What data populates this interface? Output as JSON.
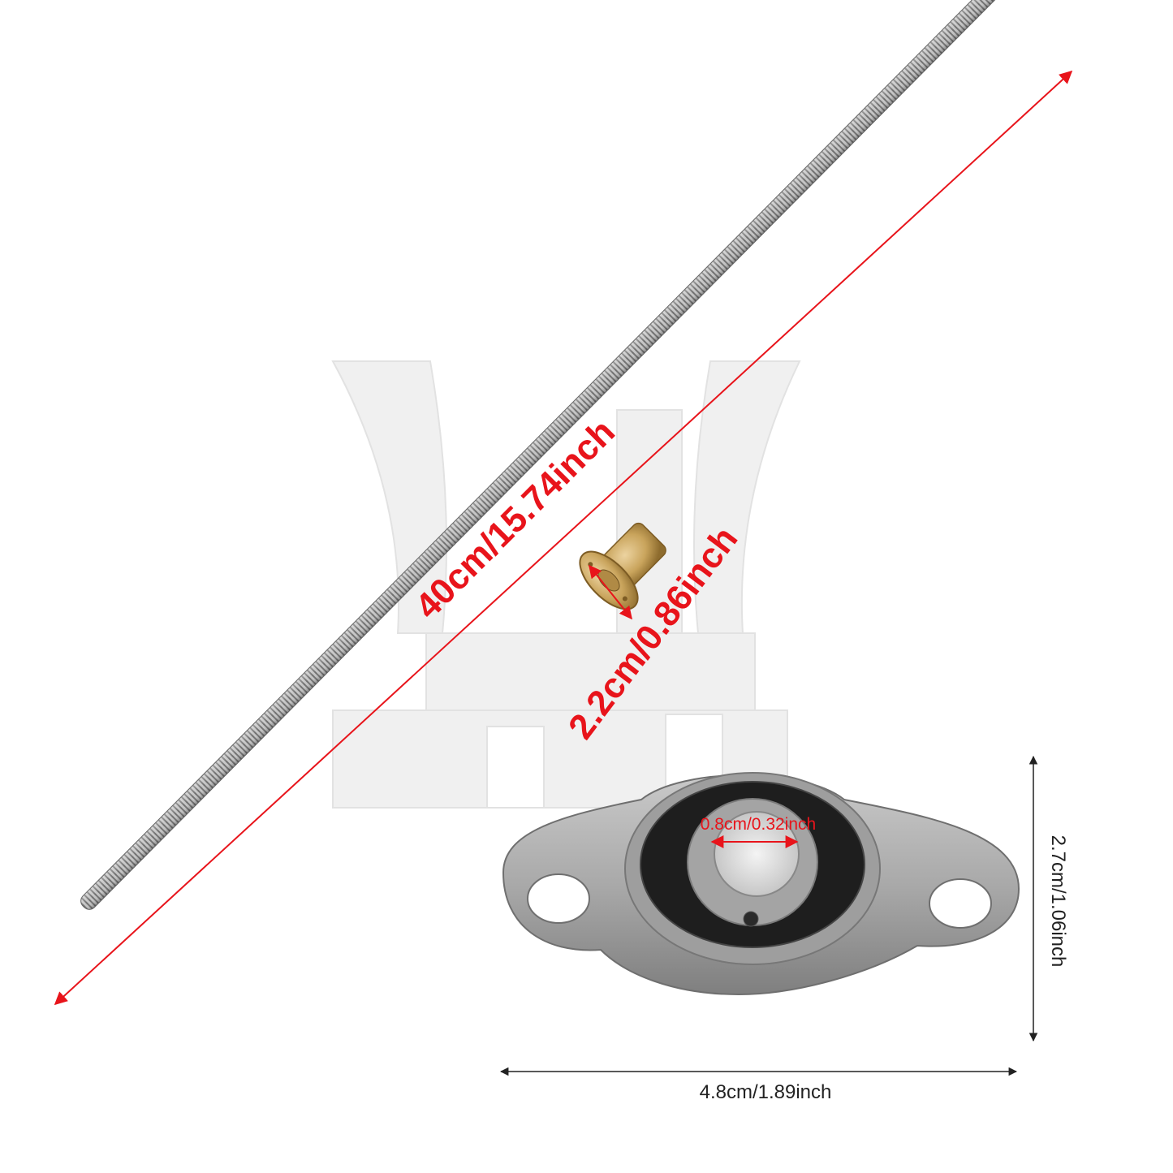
{
  "labels": {
    "rod_length": "40cm/15.74inch",
    "nut_diameter": "2.2cm/0.86inch",
    "bore_diameter": "0.8cm/0.32inch",
    "bearing_height": "2.7cm/1.06inch",
    "bearing_width": "4.8cm/1.89inch"
  },
  "colors": {
    "dimension_red": "#e8141b",
    "dimension_black": "#222222",
    "rod_steel": "#a9a9a9",
    "nut_brass": "#c9a45c",
    "bearing_zinc": "#a8a8a8",
    "watermark": "#f0f0f0"
  }
}
